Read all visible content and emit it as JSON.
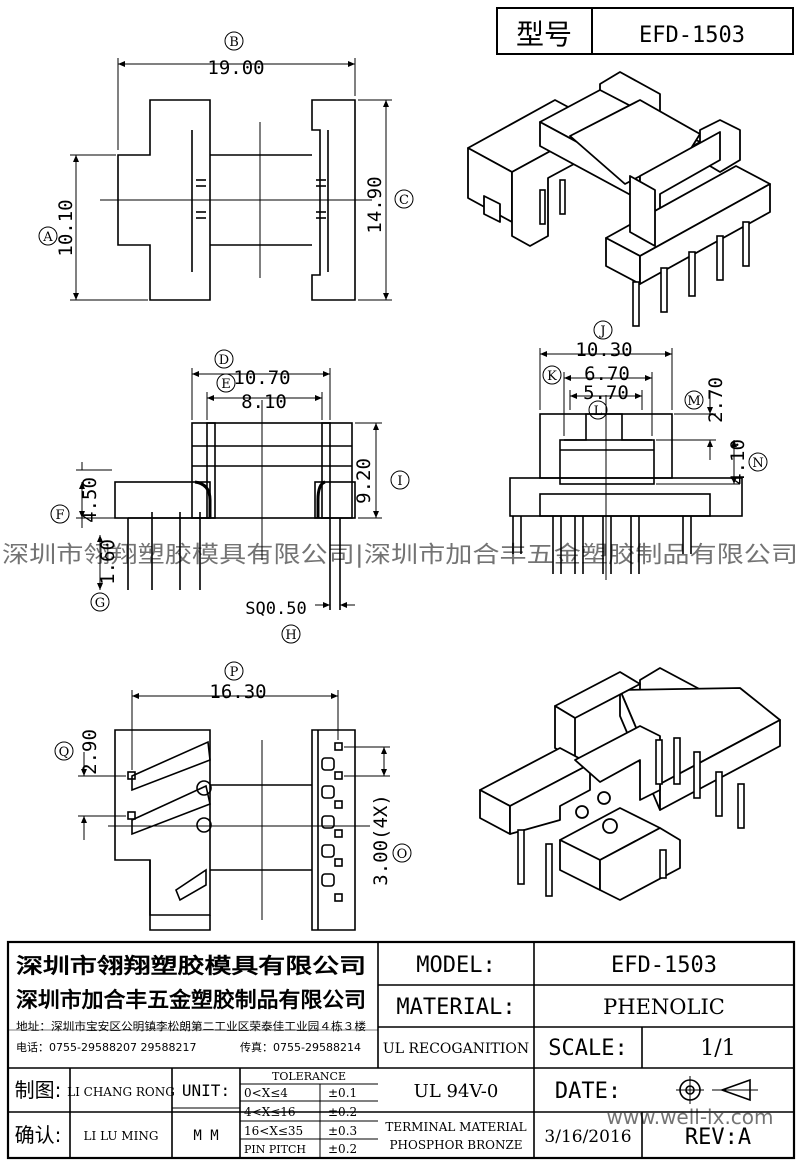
{
  "header": {
    "label": "型号",
    "model": "EFD-1503"
  },
  "watermark": {
    "line": "深圳市翎翔塑胶模具有限公司|深圳市加合丰五金塑胶制品有限公司",
    "site": "www.well-ix.com"
  },
  "views": {
    "top": {
      "dims": [
        {
          "letter": "B",
          "value": "19.00"
        },
        {
          "letter": "A",
          "value": "10.10"
        },
        {
          "letter": "C",
          "value": "14.90"
        }
      ]
    },
    "front": {
      "dims": [
        {
          "letter": "D",
          "value": "10.70"
        },
        {
          "letter": "E",
          "value": "8.10"
        },
        {
          "letter": "I",
          "value": "9.20"
        },
        {
          "letter": "F",
          "value": "4.50"
        },
        {
          "letter": "G",
          "value": "1.60"
        },
        {
          "letter": "H",
          "value": "SQ0.50"
        }
      ]
    },
    "side": {
      "dims": [
        {
          "letter": "J",
          "value": "10.30"
        },
        {
          "letter": "K",
          "value": "6.70"
        },
        {
          "letter": "L",
          "value": "5.70"
        },
        {
          "letter": "M",
          "value": "2.70"
        },
        {
          "letter": "N",
          "value": "4.10"
        }
      ]
    },
    "bottom": {
      "dims": [
        {
          "letter": "P",
          "value": "16.30"
        },
        {
          "letter": "Q",
          "value": "2.90"
        },
        {
          "letter": "O",
          "value": "3.00(4X)"
        }
      ]
    }
  },
  "titleblock": {
    "company1": "深圳市翎翔塑胶模具有限公司",
    "company2": "深圳市加合丰五金塑胶制品有限公司",
    "address": "地址：深圳市宝安区公明镇李松朗第二工业区荣泰佳工业园４栋３楼",
    "phone": "电话：0755-29588207  29588217",
    "fax": "传真：0755-29588214",
    "model_label": "MODEL:",
    "model_value": "EFD-1503",
    "material_label": "MATERIAL:",
    "material_value": "PHENOLIC",
    "ul_label": "UL RECOGANITION",
    "ul_value": "UL 94V-0",
    "scale_label": "SCALE:",
    "scale_value": "1/1",
    "date_label": "DATE:",
    "date_value": "3/16/2016",
    "terminal_line1": "TERMINAL MATERIAL",
    "terminal_line2": "PHOSPHOR  BRONZE",
    "rev_label": "REV:A",
    "drawn_label": "制图:",
    "drawn_name": "LI CHANG RONG",
    "checked_label": "确认:",
    "checked_name": "LI LU MING",
    "unit_label": "UNIT:",
    "unit_value": "M M",
    "tolerance": {
      "title": "TOLERANCE",
      "rows": [
        {
          "range": "0<X≤4",
          "value": "±0.1"
        },
        {
          "range": "4<X≤16",
          "value": "±0.2"
        },
        {
          "range": "16<X≤35",
          "value": "±0.3"
        },
        {
          "range": "PIN PITCH",
          "value": "±0.2"
        }
      ]
    }
  }
}
